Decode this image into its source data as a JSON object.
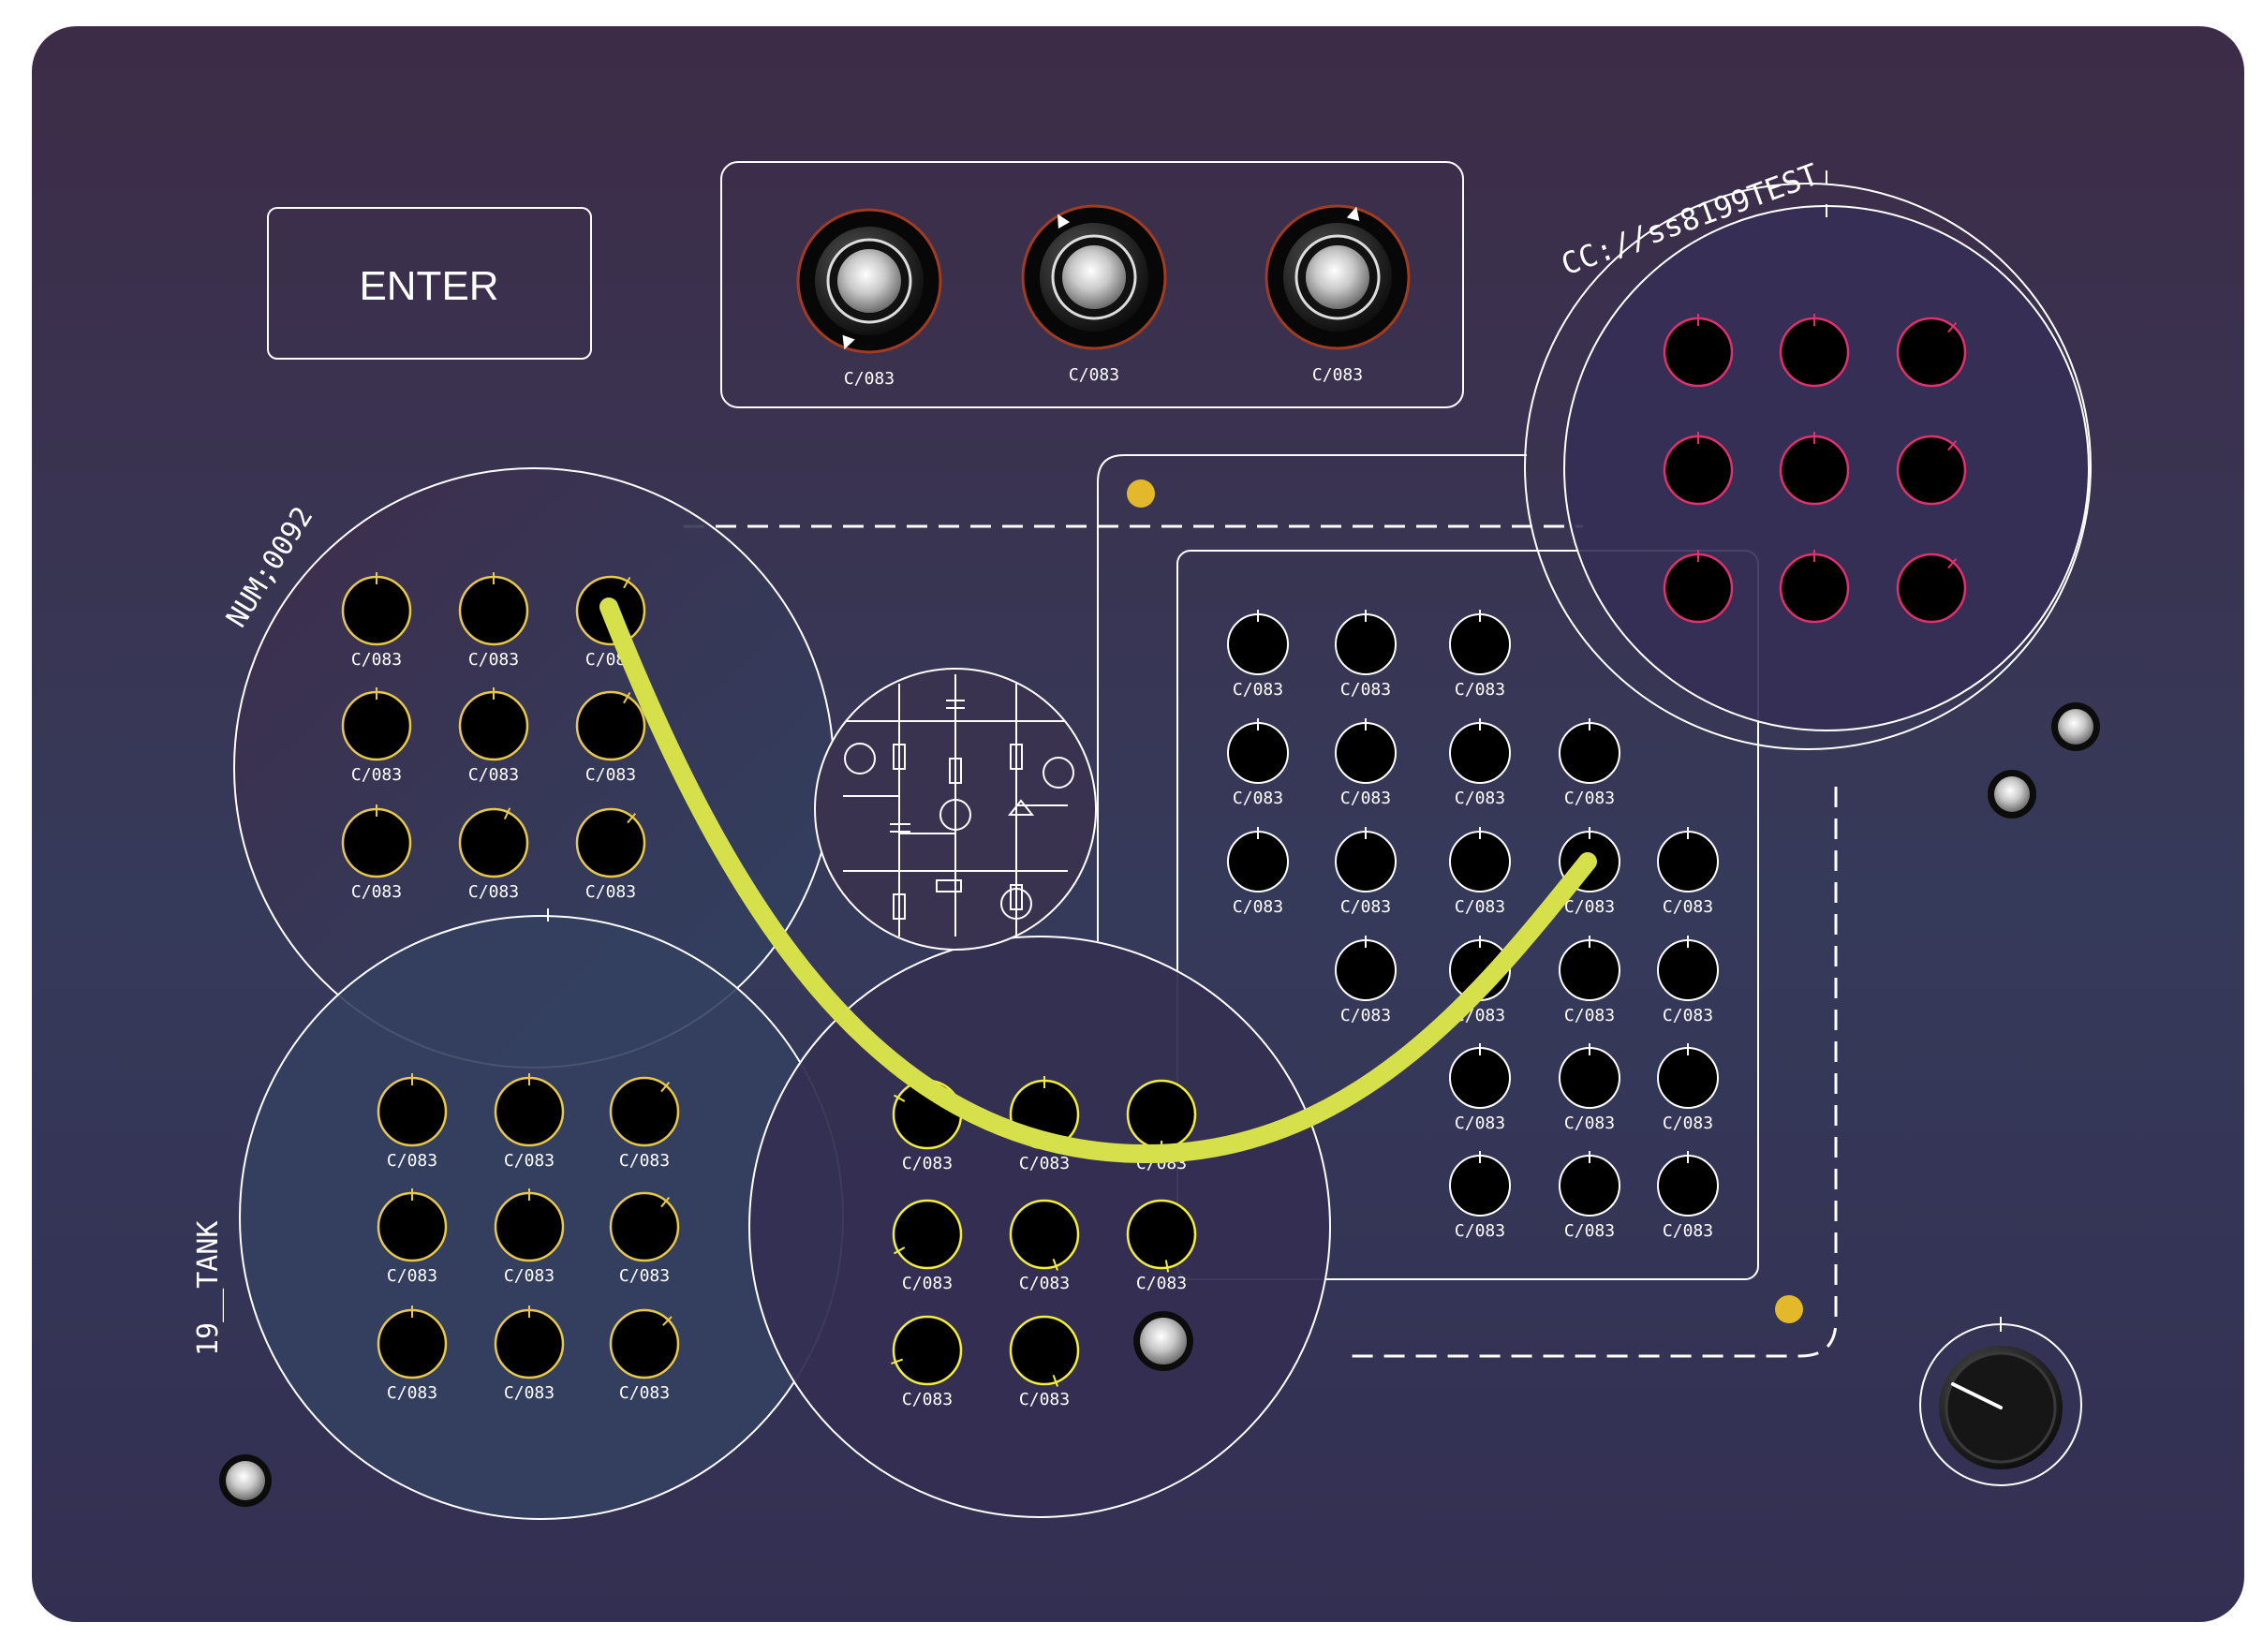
{
  "panel": {
    "enter_label": "ENTER",
    "ring_labels": {
      "num": "NUM;0092",
      "tank": "19__TANK",
      "cc": "CC://ss8199TEST"
    },
    "jack_label": "C/083",
    "colors": {
      "panel_top": "#3d2c47",
      "panel_bottom": "#333e5f",
      "line": "#ffffff",
      "jack_ring_yellow": "#e8c84a",
      "jack_ring_magenta": "#e0306e",
      "cable": "#d6e04a",
      "screw": "#e3b92b"
    },
    "icons": [
      "knob-icon",
      "jack-icon",
      "toggle-icon",
      "screw-icon",
      "circuit-schematic-icon",
      "patch-cable-icon"
    ]
  }
}
